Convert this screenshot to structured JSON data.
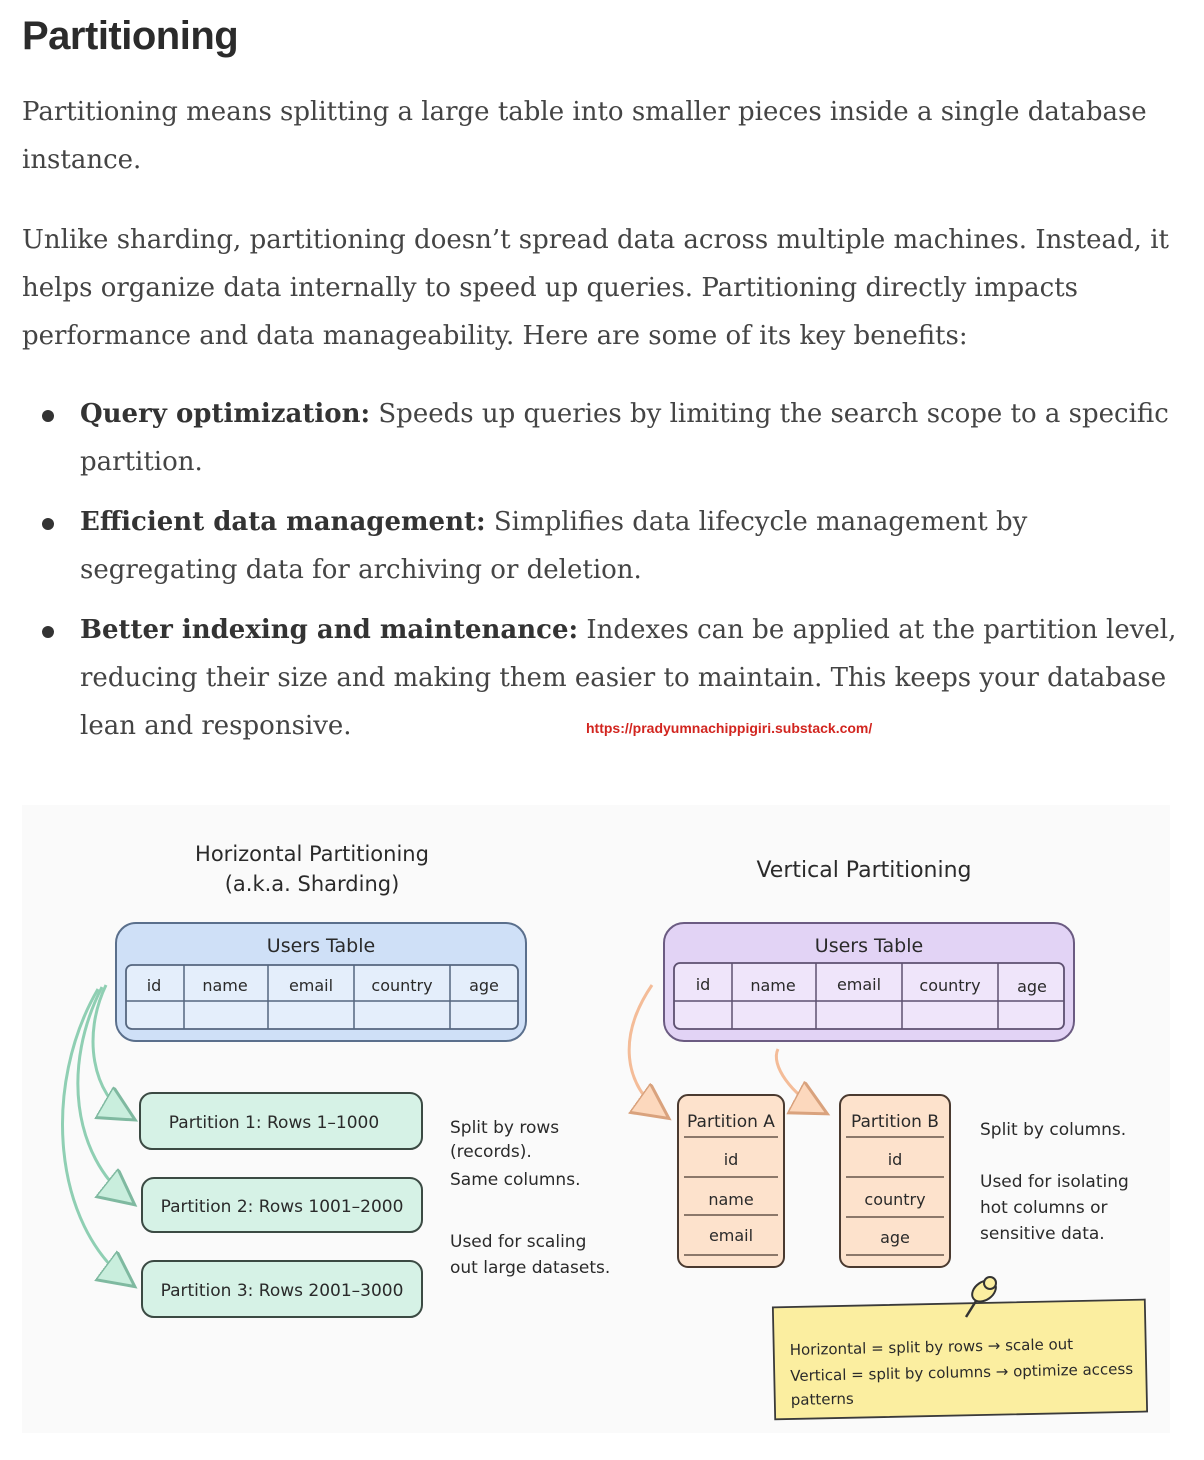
{
  "article": {
    "title": "Partitioning",
    "intro": "Partitioning means splitting a large table into smaller pieces inside a single database instance.",
    "details": "Unlike sharding, partitioning doesn’t spread data across multiple machines. Instead, it helps organize data internally to speed up queries. Partitioning directly impacts performance and data manageability. Here are some of its key benefits:",
    "benefits": [
      {
        "term": "Query optimization:",
        "text": " Speeds up queries by limiting the search scope to a specific partition."
      },
      {
        "term": "Efficient data management:",
        "text": " Simplifies data lifecycle management by segregating data for archiving or deletion."
      },
      {
        "term": "Better indexing and maintenance:",
        "text": " Indexes can be applied at the partition level, reducing their size and making them easier to maintain. This keeps your database lean and responsive."
      }
    ],
    "source_url": "https://pradyumnachippigiri.substack.com/"
  },
  "diagram": {
    "horizontal": {
      "title_line1": "Horizontal Partitioning",
      "title_line2": "(a.k.a. Sharding)",
      "table_title": "Users Table",
      "columns": [
        "id",
        "name",
        "email",
        "country",
        "age"
      ],
      "partitions": [
        "Partition 1: Rows 1–1000",
        "Partition 2: Rows 1001–2000",
        "Partition 3: Rows 2001–3000"
      ],
      "note1": [
        "Split by rows",
        "(records).",
        "Same columns."
      ],
      "note2": [
        "Used for scaling",
        "out large datasets."
      ],
      "color_table": "#cfe0f7",
      "color_partition": "#d6f2e6"
    },
    "vertical": {
      "title": "Vertical Partitioning",
      "table_title": "Users Table",
      "columns": [
        "id",
        "name",
        "email",
        "country",
        "age"
      ],
      "partition_a": {
        "title": "Partition A",
        "fields": [
          "id",
          "name",
          "email"
        ]
      },
      "partition_b": {
        "title": "Partition B",
        "fields": [
          "id",
          "country",
          "age"
        ]
      },
      "note1": [
        "Split by columns."
      ],
      "note2": [
        "Used for isolating",
        "hot columns or",
        "sensitive data."
      ],
      "color_table": "#e2d3f5",
      "color_partition": "#fde2cc"
    },
    "sticky_note": {
      "lines": [
        "Horizontal = split by rows → scale out",
        "Vertical = split by columns → optimize access",
        "patterns"
      ],
      "color": "#fbeea0",
      "pin_icon": "pushpin-icon"
    }
  }
}
